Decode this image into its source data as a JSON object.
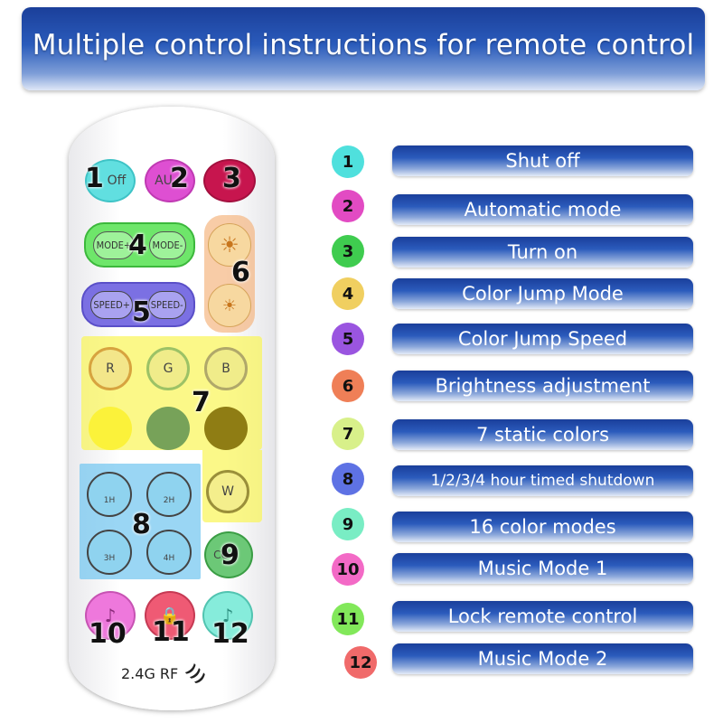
{
  "banner": {
    "title": "Multiple control instructions for remote control"
  },
  "remote": {
    "buttons": {
      "off": "Off",
      "auto": "AU",
      "mode_plus": "MODE+",
      "mode_minus": "MODE-",
      "speed_plus": "SPEED+",
      "speed_minus": "SPEED-",
      "r": "R",
      "g": "G",
      "b": "B",
      "w": "W",
      "color": "CO",
      "timer_1h": "1H",
      "timer_2h": "2H",
      "timer_3h": "3H",
      "timer_4h": "4H"
    },
    "rf_label": "2.4G  RF",
    "numbers": [
      "1",
      "2",
      "3",
      "4",
      "5",
      "6",
      "7",
      "8",
      "9",
      "10",
      "11",
      "12"
    ]
  },
  "legend": [
    {
      "num": "1",
      "label": "Shut off",
      "color": "#4fe0dd"
    },
    {
      "num": "2",
      "label": "Automatic mode",
      "color": "#e24bc3"
    },
    {
      "num": "3",
      "label": "Turn on",
      "color": "#3fcc4f"
    },
    {
      "num": "4",
      "label": "Color Jump Mode",
      "color": "#f0cf60"
    },
    {
      "num": "5",
      "label": "Color Jump Speed",
      "color": "#9a55e0"
    },
    {
      "num": "6",
      "label": "Brightness adjustment",
      "color": "#ef7f57"
    },
    {
      "num": "7",
      "label": "7 static colors",
      "color": "#d8f08a"
    },
    {
      "num": "8",
      "label": "1/2/3/4 hour timed shutdown",
      "color": "#5e72e4"
    },
    {
      "num": "9",
      "label": "16 color modes",
      "color": "#79edc4"
    },
    {
      "num": "10",
      "label": "Music Mode 1",
      "color": "#f36ac6"
    },
    {
      "num": "11",
      "label": "Lock remote control",
      "color": "#82e85a"
    },
    {
      "num": "12",
      "label": "Music Mode 2",
      "color": "#f06a6a"
    }
  ]
}
